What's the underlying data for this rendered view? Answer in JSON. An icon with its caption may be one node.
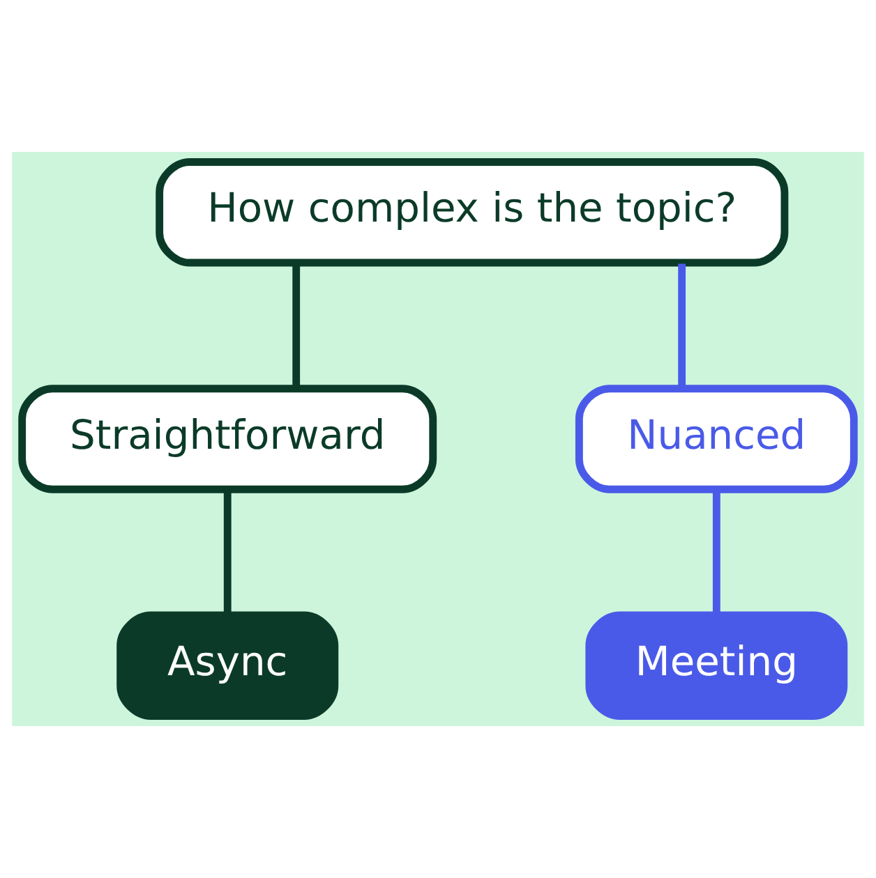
{
  "diagram": {
    "nodes": [
      {
        "text": [
          "How complex is the topic?"
        ]
      },
      {
        "text": [
          "Straightforward"
        ]
      },
      {
        "text": [
          "Nuanced"
        ]
      },
      {
        "text": [
          "Async"
        ]
      },
      {
        "text": [
          "Meeting"
        ]
      }
    ],
    "edges": [
      {
        "from": 0,
        "to": 1,
        "arrow": "none",
        "color": "#0b3b28"
      },
      {
        "from": 0,
        "to": 2,
        "arrow": "none",
        "color": "#4a5ae8"
      },
      {
        "from": 1,
        "to": 3,
        "arrow": "none",
        "color": "#0b3b28"
      },
      {
        "from": 2,
        "to": 4,
        "arrow": "none",
        "color": "#4a5ae8"
      }
    ]
  }
}
